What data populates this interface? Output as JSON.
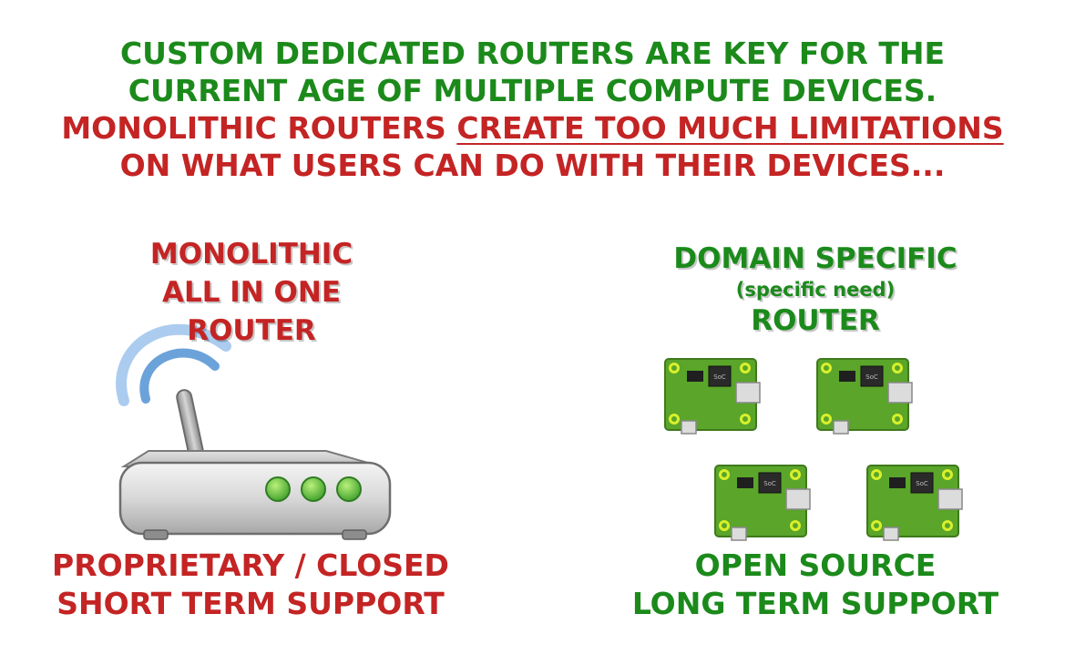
{
  "headline": {
    "line1": "CUSTOM DEDICATED ROUTERS ARE KEY FOR THE",
    "line2": "CURRENT AGE OF MULTIPLE COMPUTE DEVICES.",
    "line3_prefix": "MONOLITHIC ROUTERS ",
    "line3_underlined": "CREATE TOO MUCH LIMITATIONS",
    "line4": "ON WHAT USERS CAN DO WITH THEIR DEVICES..."
  },
  "left": {
    "title": [
      "MONOLITHIC",
      "ALL IN ONE",
      "ROUTER"
    ],
    "bottom": [
      "PROPRIETARY / CLOSED",
      "SHORT TERM SUPPORT"
    ]
  },
  "right": {
    "title_line1": "DOMAIN SPECIFIC",
    "title_line2": "(specific need)",
    "title_line3": "ROUTER",
    "bottom": [
      "OPEN SOURCE",
      "LONG TERM SUPPORT"
    ],
    "chip_label": "SoC"
  },
  "colors": {
    "green": "#1b8a1b",
    "red": "#c42424",
    "board_green": "#5aa52a",
    "led_green": "#3cb043"
  },
  "icons": {
    "router": "wifi-router-icon",
    "board": "single-board-computer-icon"
  }
}
